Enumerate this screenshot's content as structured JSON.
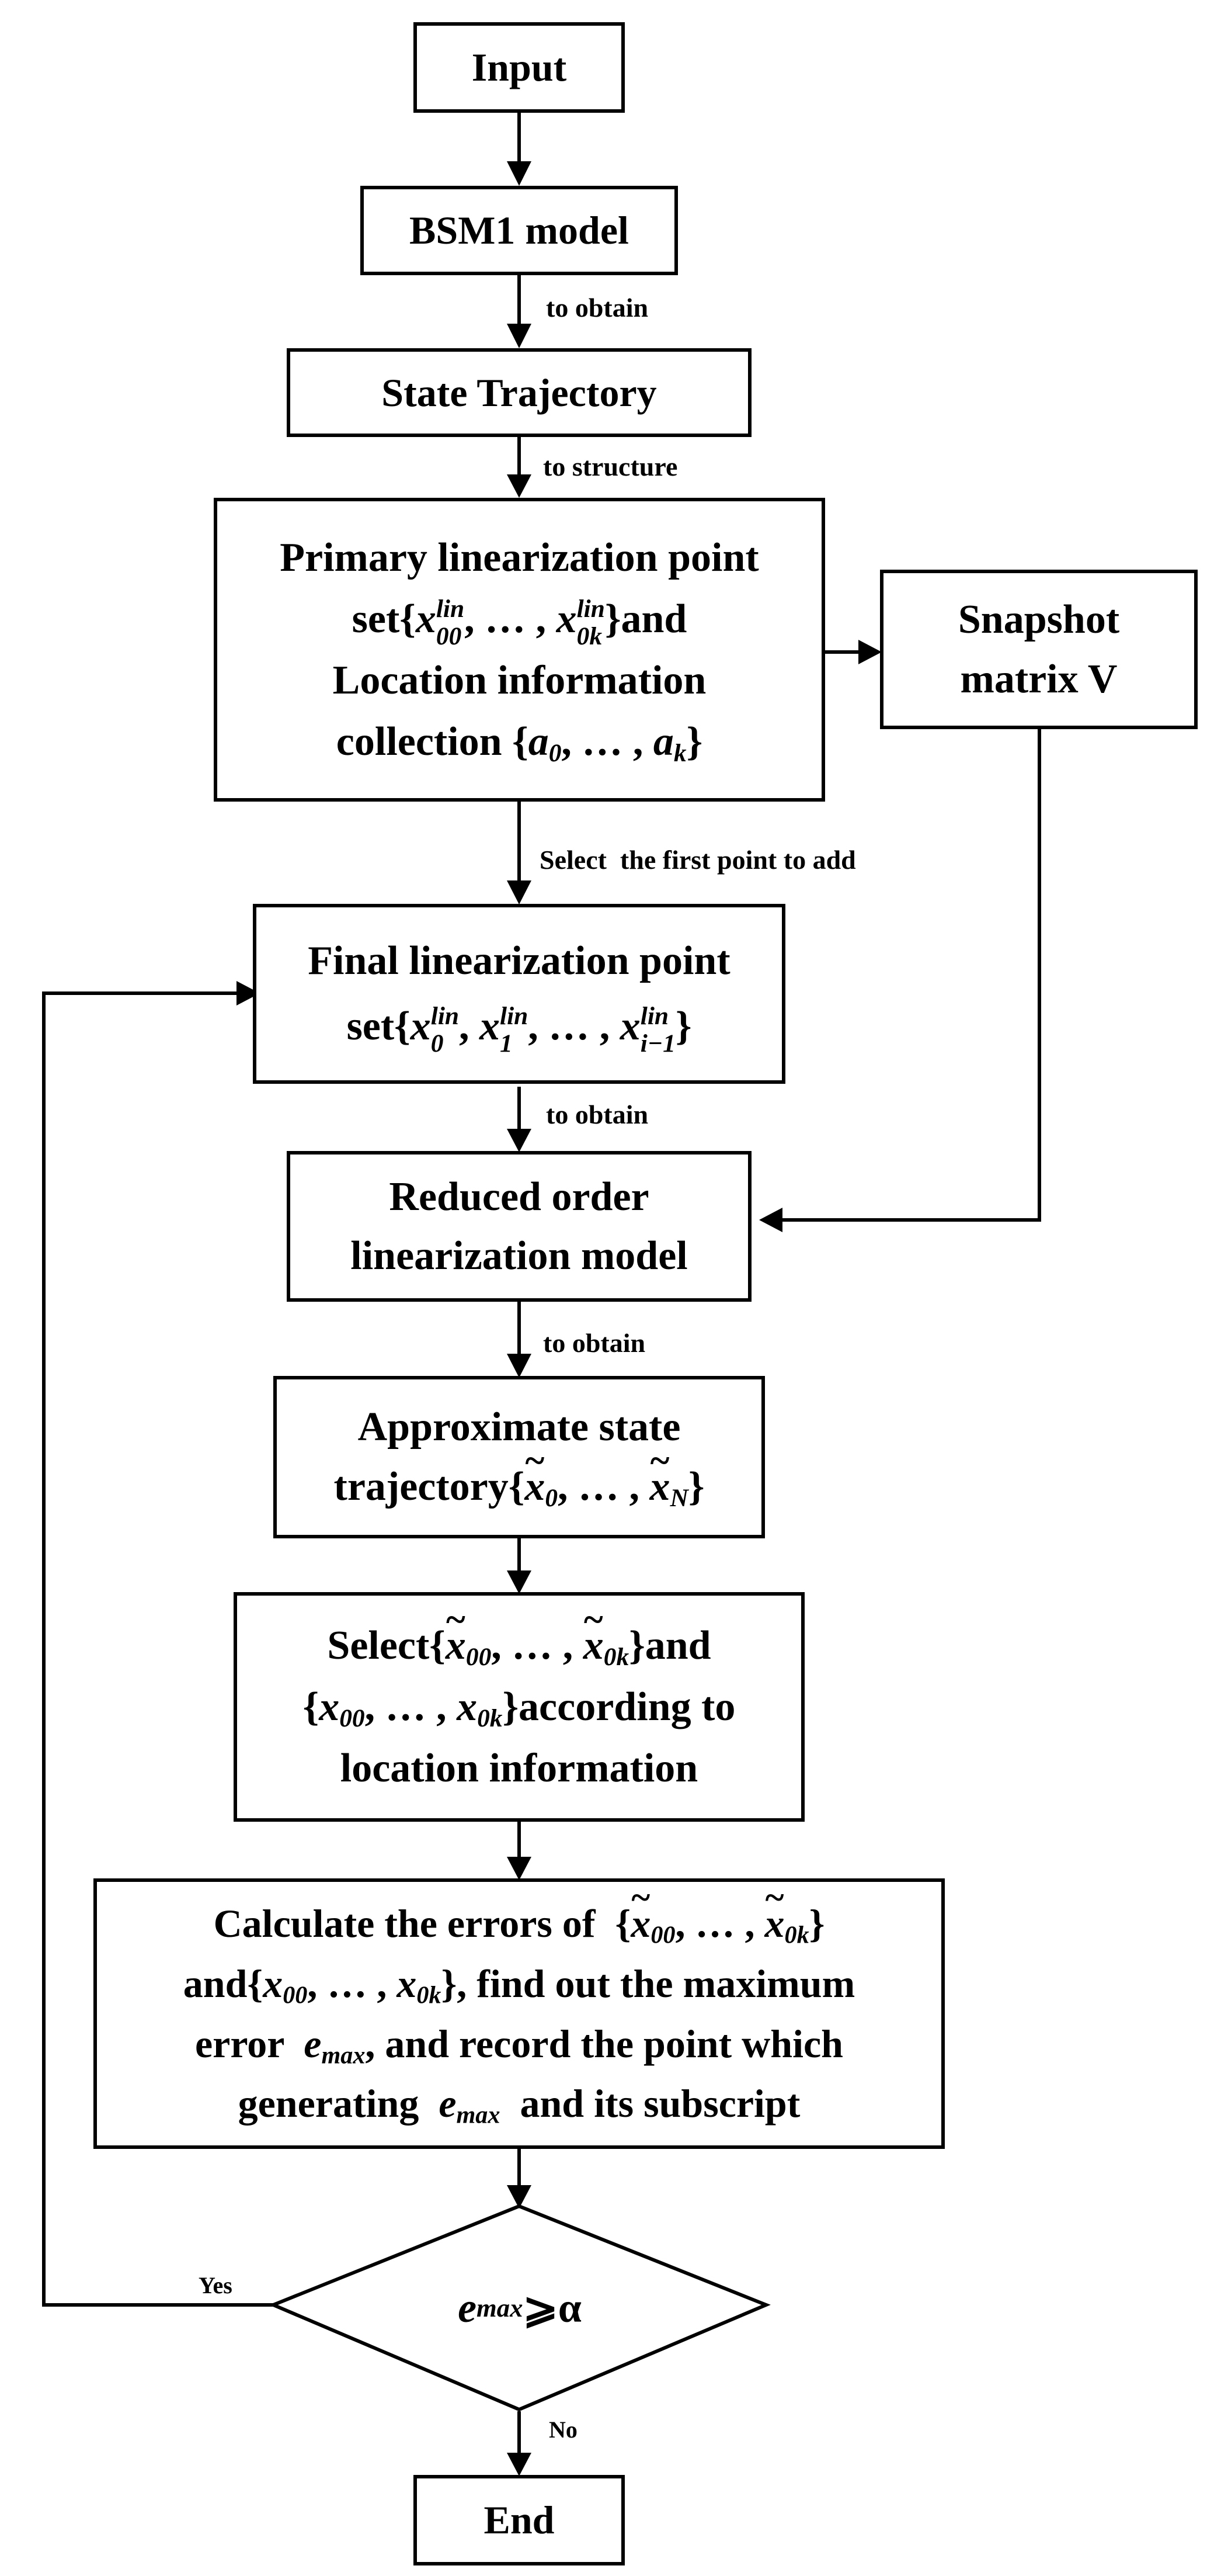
{
  "nodes": {
    "input": "Input",
    "bsm1": "BSM1 model",
    "state_trajectory": "State Trajectory",
    "primary": {
      "line1": "Primary linearization point",
      "line2_prefix": "set{",
      "line2_x": "x",
      "line2_sup": "lin",
      "line2_sub1": "00",
      "line2_mid": ", … ,",
      "line2_sub2": "0k",
      "line2_suffix": "}and",
      "line3": "Location information",
      "line4_prefix": "collection {",
      "line4_a0": "a",
      "line4_sub0": "0",
      "line4_mid": ", … ,",
      "line4_ak": "a",
      "line4_subk": "k",
      "line4_suffix": "}"
    },
    "snapshot": {
      "line1": "Snapshot",
      "line2": "matrix V"
    },
    "final": {
      "line1": "Final linearization point",
      "line2_prefix": "set{",
      "x": "x",
      "sup": "lin",
      "sub0": "0",
      "sub1": "1",
      "subi": "i−1",
      "sep": ",",
      "dots": ", … ,",
      "suffix": "}"
    },
    "reduced": {
      "line1": "Reduced order",
      "line2": "linearization model"
    },
    "approx": {
      "line1": "Approximate state",
      "line2_prefix": "trajectory{",
      "x": "x",
      "sub0": "0",
      "dots": ", … ,",
      "subN": "N",
      "suffix": "}"
    },
    "select": {
      "line1_prefix": "Select{",
      "x": "x",
      "sub00": "00",
      "dots": ", … ,",
      "sub0k": "0k",
      "line1_suffix": "}and",
      "line2_prefix": "{",
      "line2_suffix": "}according to",
      "line3": "location information"
    },
    "calc": {
      "line1_prefix": "Calculate the errors of  {",
      "x": "x",
      "sub00": "00",
      "dots": ", … ,",
      "sub0k": "0k",
      "line1_suffix": "}",
      "line2_prefix": "and{",
      "line2_suffix": "}, find out the maximum",
      "line3_prefix": "error  ",
      "e": "e",
      "emax_sub": "max",
      "line3_suffix": ", and record the point which",
      "line4_prefix": "generating  ",
      "line4_suffix": "  and its subscript"
    },
    "decision": {
      "e": "e",
      "sub": "max",
      "op": "⩾",
      "alpha": "α"
    },
    "end": "End"
  },
  "edge_labels": {
    "to_obtain_1": "to obtain",
    "to_structure": "to structure",
    "select_first": "Select  the first point to add",
    "to_obtain_2": "to obtain",
    "to_obtain_3": "to obtain",
    "yes": "Yes",
    "no": "No"
  }
}
